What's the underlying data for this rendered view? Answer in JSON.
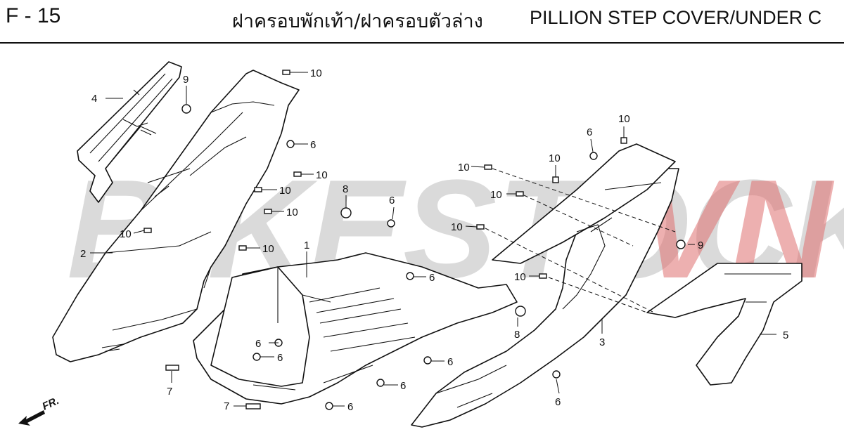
{
  "header": {
    "page_code": "F - 15",
    "title_th": "ฝาครอบพักเท้า/ฝาครอบตัวล่าง",
    "title_en": "PILLION STEP COVER/UNDER C"
  },
  "watermark": {
    "text_a": "BIKESTOCK",
    "text_b": "VN"
  },
  "direction_label": "FR.",
  "callouts": {
    "p1": "1",
    "p2": "2",
    "p3": "3",
    "p4": "4",
    "p5": "5",
    "p6a": "6",
    "p6b": "6",
    "p6c": "6",
    "p6d": "6",
    "p6e": "6",
    "p6f": "6",
    "p6g": "6",
    "p6h": "6",
    "p6i": "6",
    "p6j": "6",
    "p7a": "7",
    "p7b": "7",
    "p8a": "8",
    "p8b": "8",
    "p9a": "9",
    "p9b": "9",
    "p10a": "10",
    "p10b": "10",
    "p10c": "10",
    "p10d": "10",
    "p10e": "10",
    "p10f": "10",
    "p10g": "10",
    "p10h": "10",
    "p10i": "10",
    "p10j": "10",
    "p10k": "10"
  }
}
